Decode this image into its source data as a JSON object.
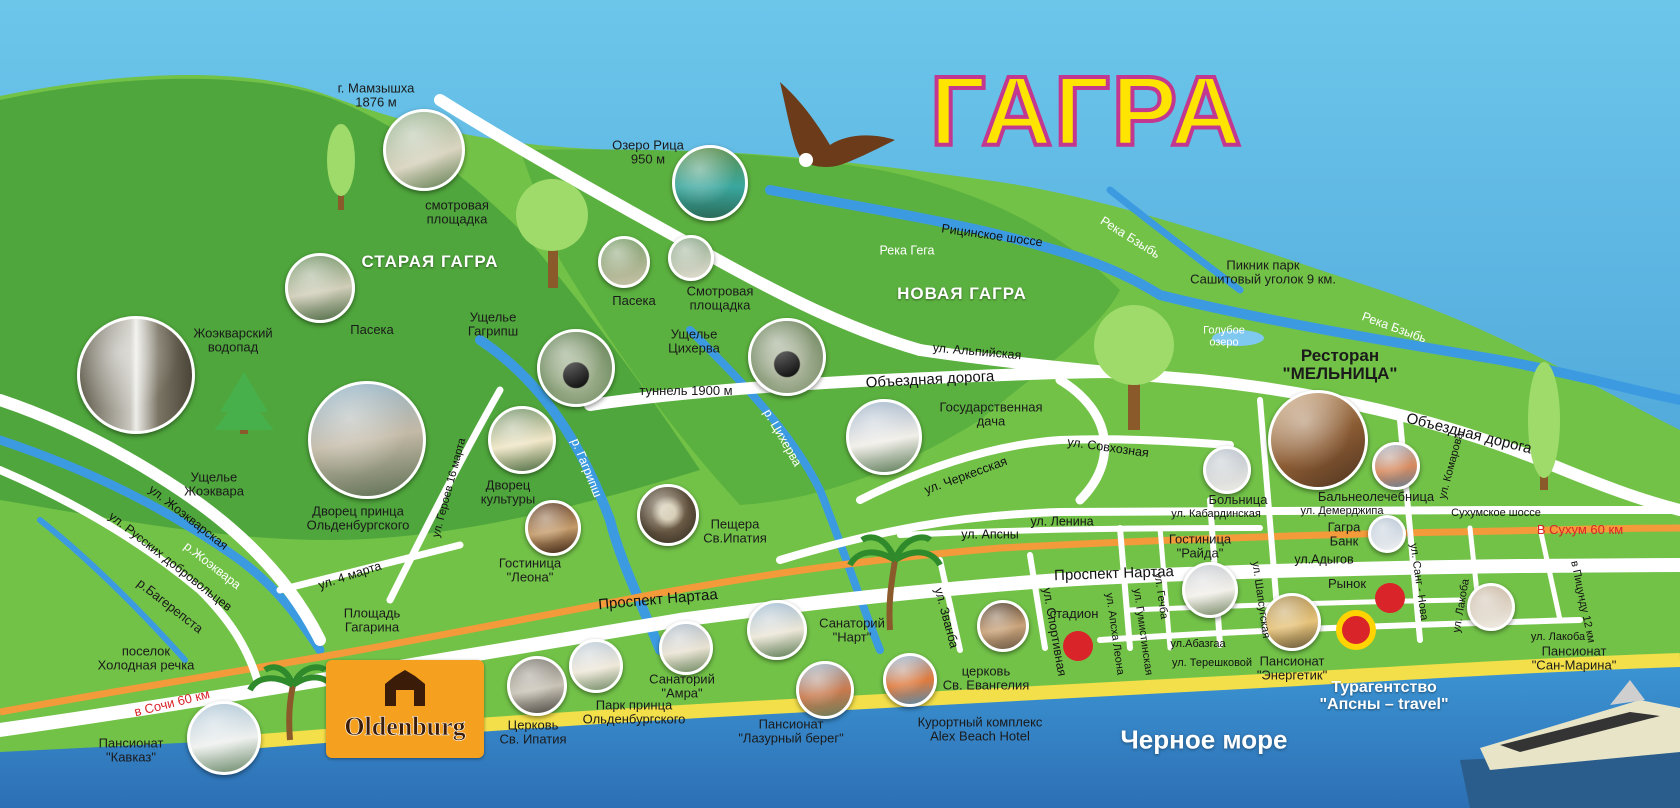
{
  "title": "ГАГРА",
  "colors": {
    "sea": "#3f93cf",
    "sky": "#6cc0e6",
    "land": "#6fbf45",
    "hill": "#4da43a",
    "road": "#ffffff",
    "highway": "#f39a3a",
    "beach": "#f3df4a",
    "river": "#3c9be0",
    "title_fill": "#ffe400",
    "title_stroke": "#c2378f",
    "marker_red": "#d9242a",
    "marker_yellow": "#ffd400"
  },
  "districts": {
    "old": "СТАРАЯ ГАГРА",
    "new": "НОВАЯ ГАГРА"
  },
  "landmarks": {
    "mamzyshkha": "г. Мамзышха\n1876 м",
    "lookout1": "смотровая\nплощадка",
    "ritsa": "Озеро Рица\n950 м",
    "paseka_center": "Пасека",
    "lookout2": "Смотровая\nплощадка",
    "paseka_left": "Пасека",
    "waterfall": "Жоэкварский\nводопад",
    "gorge_gagripsh": "Ущелье\nГагрипш",
    "gorge_tsikherva": "Ущелье\nЦихерва",
    "tunnel": "туннель 1900 м",
    "gov_dacha": "Государственная\nдача",
    "gorge_zhoekvara": "Ущелье\nЖоэквара",
    "palace": "Дворец принца\nОльденбургского",
    "culture": "Дворец\nкультуры",
    "cave": "Пещера\nСв.Ипатия",
    "hotel_leona": "Гостиница\n\"Леона\"",
    "hospital": "Больница",
    "balneo": "Бальнеолечебница",
    "restaurant": "Ресторан\n\"МЕЛЬНИЦА\"",
    "picnic": "Пикник парк\nСашитовый уголок 9 км.",
    "blue_lake": "Голубое\nозеро",
    "gagra_bank": "Гагра\nБанк",
    "hotel_raida": "Гостиница\n\"Райда\"",
    "market": "Рынок",
    "stadium": "стадион",
    "sq_gagarin": "Площадь\nГагарина",
    "village": "поселок\nХолодная речка",
    "kavkaz": "Пансионат\n\"Кавказ\"",
    "church_ipatiy": "Церковь\nСв. Ипатия",
    "park_prince": "Парк принца\nОльденбургского",
    "amra": "Санаторий\n\"Амра\"",
    "nart": "Санаторий\n\"Нарт\"",
    "lazurny": "Пансионат\n\"Лазурный берег\"",
    "church_ev": "церковь\nСв. Евангелия",
    "alex": "Курортный комплекс\nAlex Beach Hotel",
    "energetik": "Пансионат\n\"Энергетик\"",
    "apsny": "Турагентство\n\"Апсны – travel\"",
    "san_marina": "Пансионат\n\"Сан-Марина\"",
    "black_sea": "Черное море"
  },
  "streets": {
    "ritsa_highway": "Рицинское шоссе",
    "alpine": "ул. Альпийская",
    "bypass": "Объездная дорога",
    "bypass_east": "Объездная дорога",
    "sovkhoz": "ул. Совхозная",
    "cherkess": "ул. Черкесская",
    "lenina": "ул. Ленина",
    "apsny": "ул. Апсны",
    "nartaa_west": "Проспект Нартаа",
    "nartaa_east": "Проспект Нартаа",
    "zhoekvar": "ул. Жоэкварская",
    "volunteers": "ул. Русских добровольцев",
    "march4": "ул. 4 марта",
    "terev": "ул. Героев 16 марта",
    "zvanba": "ул. Званба",
    "sport": "ул. Спортивная",
    "apsk_leona": "ул. Апсха Леона",
    "gumist": "ул. Гумистинская",
    "gechba": "ул. Гечба",
    "shapsug": "ул. Шапсугская",
    "kabard": "ул. Кабардинская",
    "demerdzhipa": "ул. Демерджипа",
    "komarova": "ул. Комарова",
    "sukhum_hw": "Сухумское шоссе",
    "adygov": "ул.Адыгов",
    "sang_nova": "ул. Санг - Нова",
    "lakoba1": "ул. Лакоба",
    "lakoba2": "ул. Лакоба",
    "pitsunda": "в Пицунду 12 км",
    "abazgaa": "ул.Абазгаа",
    "tereshkova": "ул. Терешковой",
    "sochi": "в Сочи 60 км",
    "sukhum": "В Сухум 60 км"
  },
  "rivers": {
    "gega": "Река Гега",
    "bzyb1": "Река Бзыбь",
    "bzyb2": "Река Бзыбь",
    "gagripsh": "р. Гагрипш",
    "tsikherva": "р. Цихерва",
    "zhoekvara": "р.Жоэквара",
    "bagerepsta": "р.Багерепста"
  },
  "brand": {
    "name": "Oldenburg",
    "icon": "crest-icon"
  },
  "icons": {
    "eagle": "eagle-icon",
    "tree": "tree-icon",
    "palm": "palm-tree-icon",
    "ferry": "ferry-icon"
  }
}
